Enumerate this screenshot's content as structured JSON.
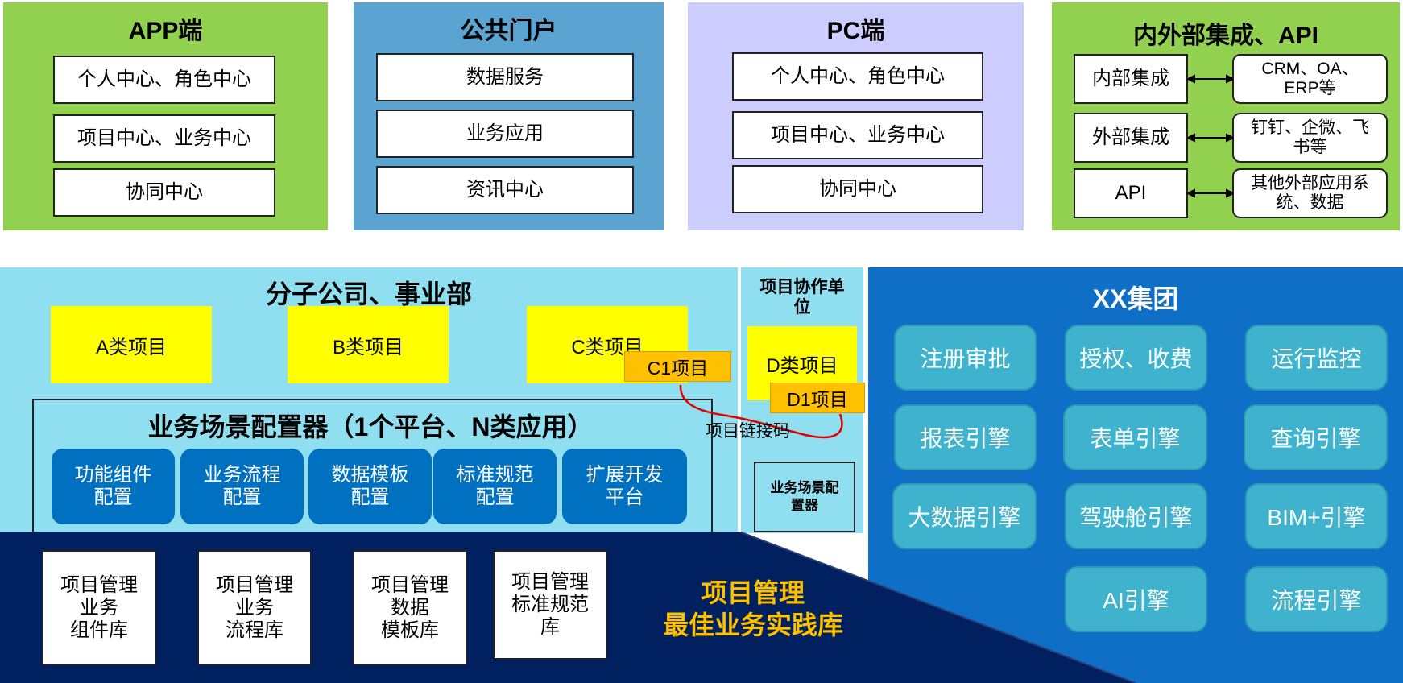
{
  "app_panel": {
    "title": "APP端",
    "items": [
      "个人中心、角色中心",
      "项目中心、业务中心",
      "协同中心"
    ]
  },
  "portal_panel": {
    "title": "公共门户",
    "items": [
      "数据服务",
      "业务应用",
      "资讯中心"
    ]
  },
  "pc_panel": {
    "title": "PC端",
    "items": [
      "个人中心、角色中心",
      "项目中心、业务中心",
      "协同中心"
    ]
  },
  "integration_panel": {
    "title": "内外部集成、API",
    "rows": [
      {
        "left": "内部集成",
        "right": "CRM、OA、\nERP等"
      },
      {
        "left": "外部集成",
        "right": "钉钉、企微、飞\n书等"
      },
      {
        "left": "API",
        "right": "其他外部应用系\n统、数据"
      }
    ]
  },
  "subsidiary": {
    "title": "分子公司、事业部",
    "projects": [
      "A类项目",
      "B类项目",
      "C类项目"
    ],
    "c1": "C1项目"
  },
  "configurator": {
    "title": "业务场景配置器（1个平台、N类应用）",
    "buttons": [
      "功能组件\n配置",
      "业务流程\n配置",
      "数据模板\n配置",
      "标准规范\n配置",
      "扩展开发\n平台"
    ]
  },
  "collab": {
    "title": "项目协作单\n位",
    "d_project": "D类项目",
    "d1": "D1项目",
    "config_box": "业务场景配\n置器"
  },
  "link_label": "项目链接码",
  "group": {
    "title": "XX集团",
    "engines": [
      "注册审批",
      "授权、收费",
      "运行监控",
      "报表引擎",
      "表单引擎",
      "查询引擎",
      "大数据引擎",
      "驾驶舱引擎",
      "BIM+引擎",
      "AI引擎",
      "流程引擎"
    ]
  },
  "bottom": {
    "libraries": [
      "项目管理\n业务\n组件库",
      "项目管理\n业务\n流程库",
      "项目管理\n数据\n模板库",
      "项目管理\n标准规范\n库"
    ],
    "slogan": "项目管理\n最佳业务实践库"
  },
  "colors": {
    "green": "#92d050",
    "portal_blue": "#5ba4d1",
    "lavender": "#ccccff",
    "light_cyan": "#8fdff0",
    "group_blue": "#0f6fc6",
    "navy": "#002060",
    "engine_teal": "#3fb3ce",
    "button_blue": "#0070c0",
    "yellow": "#ffff00",
    "orange": "#ffc000",
    "slogan_gold": "#ffc000",
    "link_red": "#e00000"
  }
}
